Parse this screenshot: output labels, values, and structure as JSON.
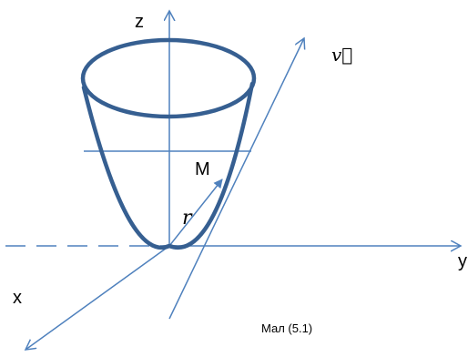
{
  "labels": {
    "z_axis": "z",
    "y_axis": "y",
    "x_axis": "x",
    "point": "M",
    "radius": "r",
    "velocity": "v⃗",
    "caption": "Мал (5.1)"
  }
}
